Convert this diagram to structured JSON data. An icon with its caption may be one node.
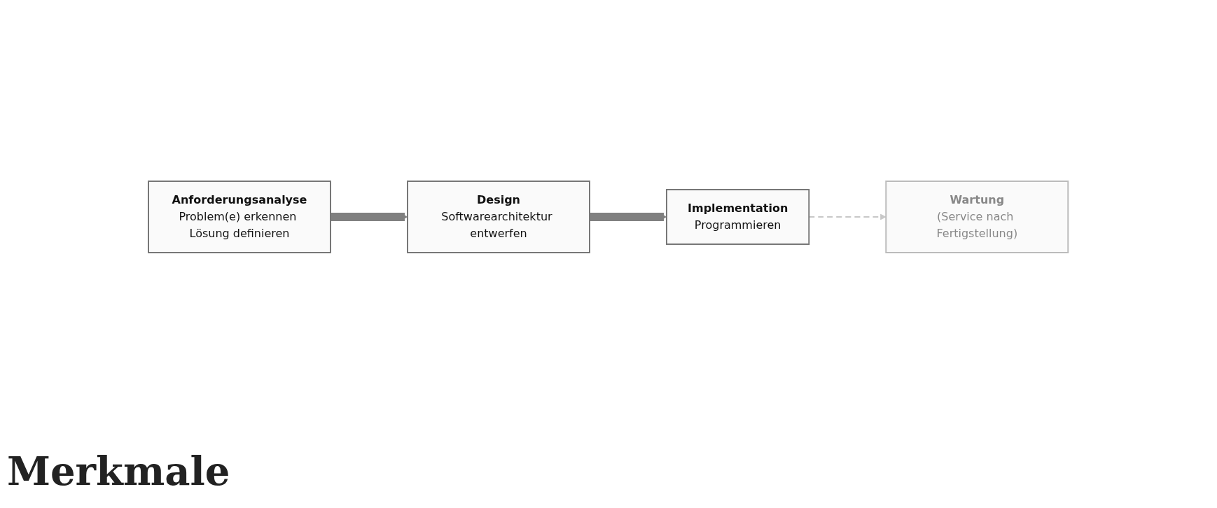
{
  "diagram": {
    "nodes": [
      {
        "text": [
          "Anforderungsanalyse",
          "Problem(e) erkennen Lösung definieren"
        ]
      },
      {
        "text": [
          "Design",
          "Softwarearchitektur entwerfen"
        ]
      },
      {
        "text": [
          "Implementation",
          "Programmieren"
        ]
      },
      {
        "text": [
          "Wartung",
          "(Service nach Fertigstellung)"
        ]
      }
    ],
    "edges": [
      {
        "from": 0,
        "to": 1,
        "arrow": "to"
      },
      {
        "from": 1,
        "to": 2,
        "arrow": "to"
      },
      {
        "from": 2,
        "to": 3,
        "arrow": "to",
        "style": "dashed",
        "color": "#c8c8c8"
      }
    ],
    "labels": [
      "Merkmale"
    ]
  }
}
